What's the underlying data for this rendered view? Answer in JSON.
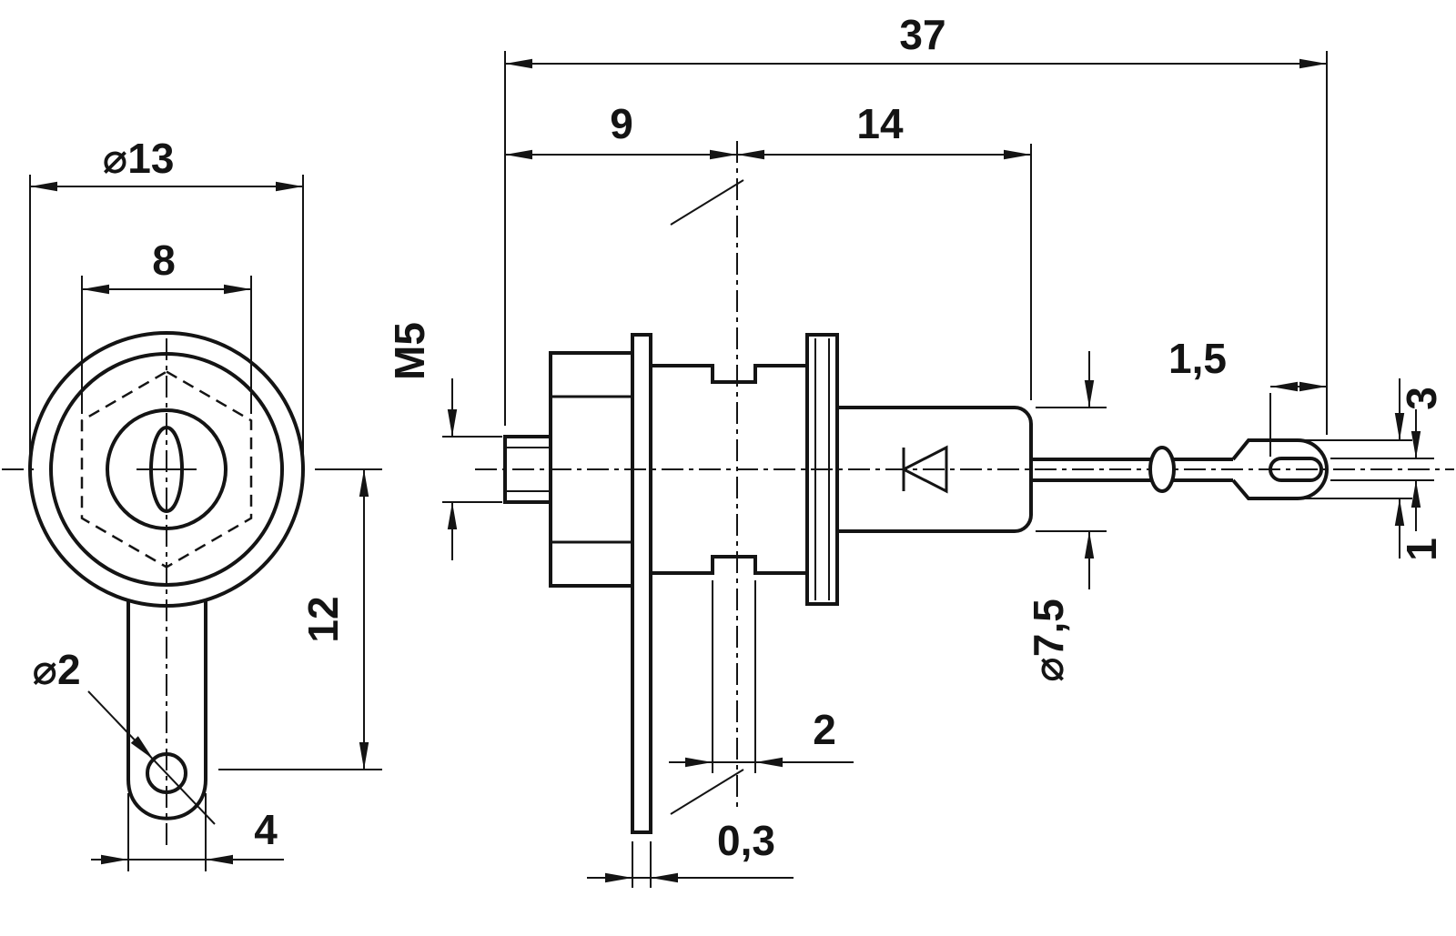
{
  "drawing": {
    "background": "#ffffff",
    "line_color": "#141414",
    "front_view": {
      "outer_diameter": "⌀13",
      "hex_width": "8",
      "hole_offset": "12",
      "hole_diameter": "⌀2",
      "lug_width": "4"
    },
    "side_view": {
      "overall_length": "37",
      "front_length": "9",
      "body_length": "14",
      "thread": "M5",
      "eyelet_end": "1,5",
      "eyelet_width": "3",
      "slot_height": "1",
      "body_diameter": "⌀7,5",
      "groove_width": "2",
      "lug_thickness": "0,3"
    }
  }
}
